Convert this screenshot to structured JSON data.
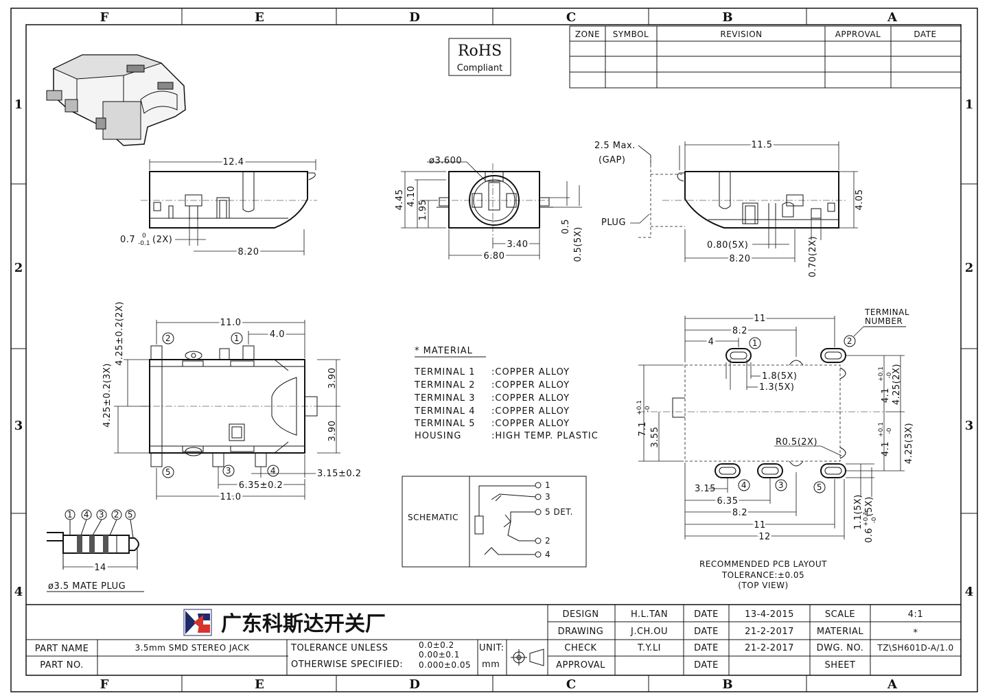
{
  "zones": {
    "cols": [
      "F",
      "E",
      "D",
      "C",
      "B",
      "A"
    ],
    "rows": [
      "1",
      "2",
      "3",
      "4"
    ]
  },
  "revision_table": {
    "headers": [
      "ZONE",
      "SYMBOL",
      "REVISION",
      "APPROVAL",
      "DATE"
    ]
  },
  "rohs": {
    "main": "RoHS",
    "sub": "Compliant"
  },
  "dims": {
    "side_width": "12.4",
    "side_lead": "0.7",
    "side_lead_tol_upper": "0",
    "side_lead_tol_lower": "-0.1",
    "side_lead_count": "(2X)",
    "side_820": "8.20",
    "front_dia": "ø3.600",
    "front_445": "4.45",
    "front_410": "4.10",
    "front_195": "1.95",
    "front_340": "3.40",
    "front_680": "6.80",
    "front_05": "0.5",
    "front_05_5x": "0.5(5X)",
    "gap_max": "2.5 Max.",
    "gap_label": "(GAP)",
    "plug_label": "PLUG",
    "right_115": "11.5",
    "right_405": "4.05",
    "right_080": "0.80(5X)",
    "right_820": "8.20",
    "right_070": "0.70(2X)",
    "top_110": "11.0",
    "top_40": "4.0",
    "top_425_2x": "4.25±0.2(2X)",
    "top_425_3x": "4.25±0.2(3X)",
    "top_390a": "3.90",
    "top_390b": "3.90",
    "top_315": "3.15±0.2",
    "top_635": "6.35±0.2",
    "top_110b": "11.0",
    "plug_14": "14",
    "pcb_11": "11",
    "pcb_82": "8.2",
    "pcb_4": "4",
    "pcb_18": "1.8(5X)",
    "pcb_13": "1.3(5X)",
    "pcb_71": "7.1",
    "pcb_71_tol_upper": "+0.1",
    "pcb_71_tol_lower": "-0",
    "pcb_355": "3.55",
    "pcb_41a": "4.1",
    "pcb_41a_tol_upper": "+0.1",
    "pcb_41a_tol_lower": "-0",
    "pcb_425_2x": "4.25(2X)",
    "pcb_41b": "4.1",
    "pcb_41b_tol_upper": "+0.1",
    "pcb_41b_tol_lower": "-0",
    "pcb_425_3x": "4.25(3X)",
    "pcb_r05": "R0.5(2X)",
    "pcb_315": "3.15",
    "pcb_635": "6.35",
    "pcb_82b": "8.2",
    "pcb_11b": "11",
    "pcb_12": "12",
    "pcb_11_5x": "1.1(5X)",
    "pcb_06": "0.6",
    "pcb_06_tol_upper": "+0.1",
    "pcb_06_tol_lower": "-0",
    "pcb_06_count": "(5X)"
  },
  "terminal_number": {
    "line1": "TERMINAL",
    "line2": "NUMBER"
  },
  "terminal_ids": [
    "1",
    "2",
    "3",
    "4",
    "5"
  ],
  "material": {
    "title": "* MATERIAL",
    "rows": [
      {
        "name": "TERMINAL 1",
        "value": ":COPPER ALLOY"
      },
      {
        "name": "TERMINAL 2",
        "value": ":COPPER ALLOY"
      },
      {
        "name": "TERMINAL 3",
        "value": ":COPPER ALLOY"
      },
      {
        "name": "TERMINAL 4",
        "value": ":COPPER ALLOY"
      },
      {
        "name": "TERMINAL 5",
        "value": ":COPPER ALLOY"
      },
      {
        "name": "HOUSING",
        "value": ":HIGH TEMP. PLASTIC"
      }
    ]
  },
  "schematic": {
    "label": "SCHEMATIC",
    "pins": [
      "1",
      "3",
      "5 DET.",
      "2",
      "4"
    ]
  },
  "mate_plug": {
    "label": "ø3.5 MATE PLUG",
    "order": [
      "1",
      "4",
      "3",
      "2",
      "5"
    ]
  },
  "pcb_caption": [
    "RECOMMENDED PCB LAYOUT",
    "TOLERANCE:±0.05",
    "(TOP VIEW)"
  ],
  "title_block": {
    "company": "广东科斯达开关厂",
    "part_name_label": "PART NAME",
    "part_name": "3.5mm SMD STEREO JACK",
    "part_no_label": "PART NO.",
    "part_no": "",
    "tolerance_label1": "TOLERANCE UNLESS",
    "tolerance_label2": "OTHERWISE SPECIFIED:",
    "tol1": "0.0±0.2",
    "tol2": "0.00±0.1",
    "tol3": "0.000±0.05",
    "unit_label": "UNIT:",
    "unit": "mm",
    "design_label": "DESIGN",
    "design": "H.L.TAN",
    "drawing_label": "DRAWING",
    "drawing": "J.CH.OU",
    "check_label": "CHECK",
    "check": "T.Y.LI",
    "approval_label": "APPROVAL",
    "approval": "",
    "date_label": "DATE",
    "date_design": "13-4-2015",
    "date_drawing": "21-2-2017",
    "date_check": "21-2-2017",
    "date_approval": "",
    "scale_label": "SCALE",
    "scale": "4:1",
    "material_label": "MATERIAL",
    "material": "*",
    "dwg_label": "DWG. NO.",
    "dwg": "TZ\\SH601D-A/1.0",
    "sheet_label": "SHEET",
    "sheet": ""
  }
}
